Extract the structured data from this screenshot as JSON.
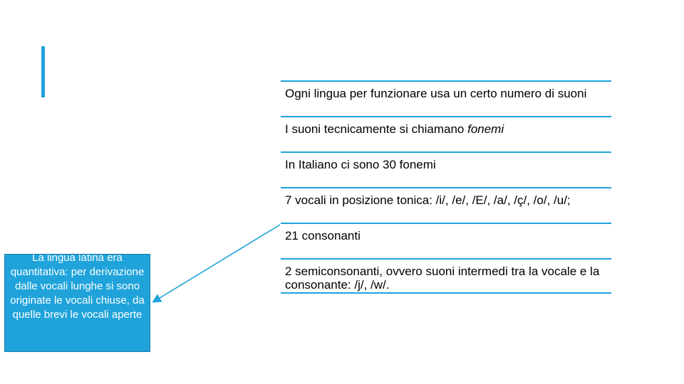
{
  "slide": {
    "accent_color": "#1fa3da",
    "items": [
      {
        "text": "Ogni lingua per funzionare usa un certo numero di suoni"
      },
      {
        "text_before": "I suoni tecnicamente si chiamano ",
        "text_em": "fonemi"
      },
      {
        "text": "In Italiano ci sono 30 fonemi"
      },
      {
        "text": "7 vocali in posizione tonica: /i/, /e/, /E/, /a/, /ç/, /o/, /u/;"
      },
      {
        "text": "21 consonanti"
      },
      {
        "text": "2 semiconsonanti, ovvero suoni intermedi tra la vocale e la consonante: /j/, /w/."
      }
    ],
    "callout": {
      "text": "La lingua latina era quantitativa: per derivazione dalle vocali lunghe si sono originate le vocali chiuse, da quelle brevi le vocali aperte"
    }
  }
}
